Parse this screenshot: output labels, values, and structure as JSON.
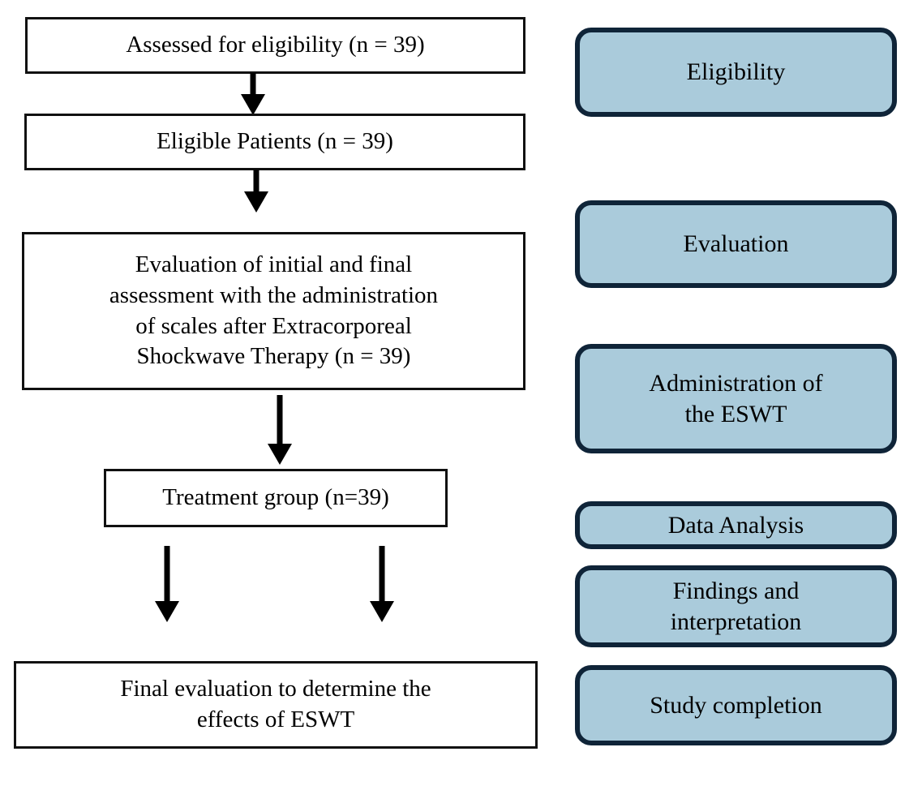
{
  "figure": {
    "type": "flowchart",
    "colors": {
      "stage_fill": "#aacbdb",
      "stage_border": "#0f2438",
      "flow_border": "#111111",
      "background": "#ffffff",
      "text": "#000000"
    }
  },
  "flow": {
    "nodes": [
      {
        "id": "assessed",
        "label": "Assessed for eligibility (n = 39)"
      },
      {
        "id": "eligible",
        "label": "Eligible Patients (n = 39)"
      },
      {
        "id": "evaluation",
        "label": "Evaluation of initial and final\nassessment with the administration\nof scales after Extracorporeal\nShockwave Therapy (n = 39)"
      },
      {
        "id": "treatment",
        "label": "Treatment group (n=39)"
      },
      {
        "id": "final",
        "label": "Final evaluation to determine the\neffects of ESWT"
      }
    ],
    "connectors": [
      {
        "id": "a1",
        "from": "assessed",
        "to": "eligible",
        "style": "down-arrow"
      },
      {
        "id": "a2",
        "from": "eligible",
        "to": "evaluation",
        "style": "down-arrow"
      },
      {
        "id": "a3",
        "from": "evaluation",
        "to": "treatment",
        "style": "down-arrow"
      },
      {
        "id": "a4",
        "from": "treatment",
        "to": "final",
        "style": "down-arrow"
      },
      {
        "id": "a5",
        "from": "treatment",
        "to": "final",
        "style": "down-arrow"
      }
    ]
  },
  "stages": [
    {
      "id": "eligibility",
      "label": "Eligibility"
    },
    {
      "id": "evaluation",
      "label": "Evaluation"
    },
    {
      "id": "admin",
      "label": "Administration of\nthe ESWT"
    },
    {
      "id": "data",
      "label": "Data Analysis"
    },
    {
      "id": "findings",
      "label": "Findings and\ninterpretation"
    },
    {
      "id": "completion",
      "label": "Study completion"
    }
  ]
}
